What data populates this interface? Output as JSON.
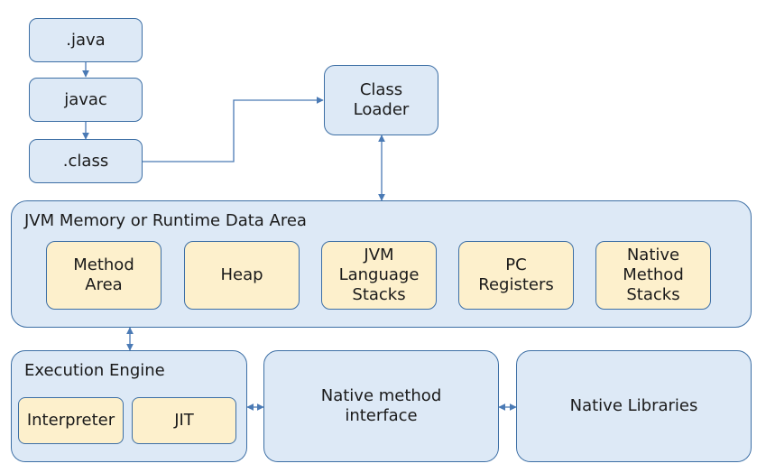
{
  "source_chain": {
    "java": ".java",
    "javac": "javac",
    "class": ".class"
  },
  "class_loader": {
    "label": "Class\nLoader"
  },
  "runtime_area": {
    "title": "JVM Memory or Runtime Data Area",
    "items": [
      "Method\nArea",
      "Heap",
      "JVM\nLanguage\nStacks",
      "PC\nRegisters",
      "Native\nMethod\nStacks"
    ]
  },
  "execution_engine": {
    "title": "Execution Engine",
    "items": [
      "Interpreter",
      "JIT"
    ]
  },
  "native_interface": {
    "label": "Native method\ninterface"
  },
  "native_libraries": {
    "label": "Native Libraries"
  },
  "colors": {
    "box_fill": "#dde9f6",
    "inner_fill": "#fdf0cc",
    "border": "#3d6fa5",
    "connector": "#4a7ab5"
  }
}
